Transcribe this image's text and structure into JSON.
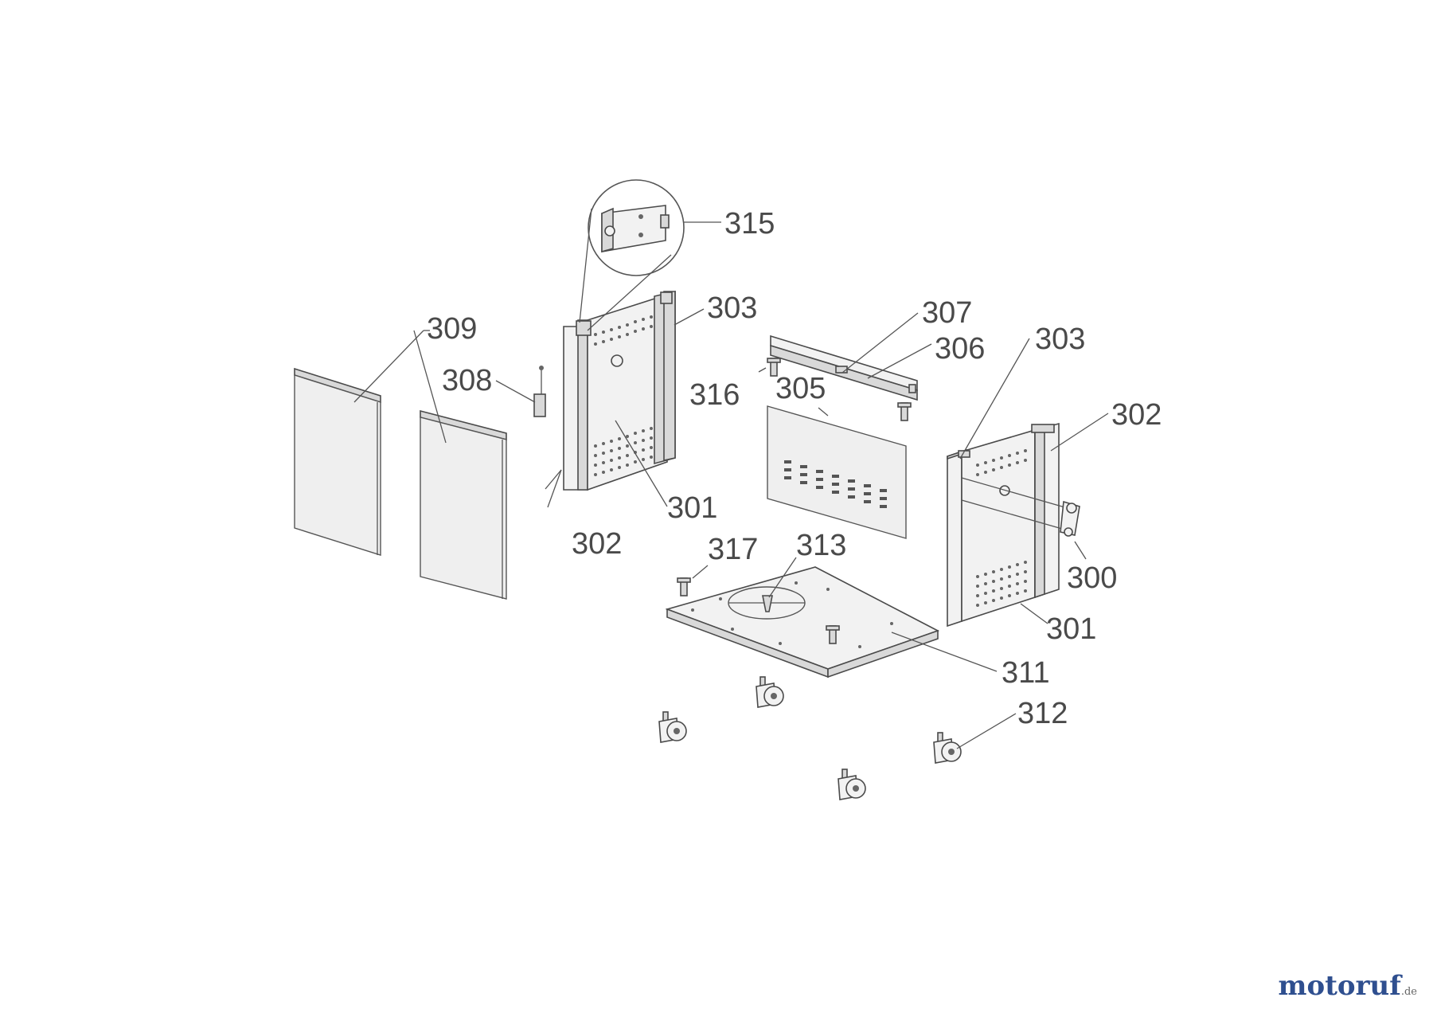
{
  "labels": {
    "l300": "300",
    "l301a": "301",
    "l301b": "301",
    "l302a": "302",
    "l302b": "302",
    "l303a": "303",
    "l303b": "303",
    "l305": "305",
    "l306": "306",
    "l307": "307",
    "l308": "308",
    "l309": "309",
    "l311": "311",
    "l312": "312",
    "l313": "313",
    "l315": "315",
    "l316": "316",
    "l317": "317"
  },
  "logo": {
    "name": "motoruf",
    "tld": ".de",
    "colors": [
      "#2f4f8f",
      "#c0392b",
      "#e6a817",
      "#2e8b57"
    ]
  }
}
